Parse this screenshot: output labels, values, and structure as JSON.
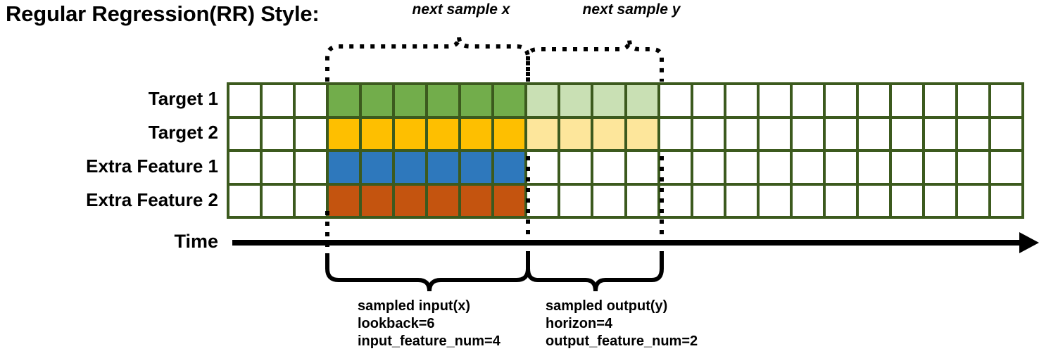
{
  "title": "Regular Regression(RR) Style:",
  "rows": [
    {
      "label": "Target 1",
      "name": "target-1"
    },
    {
      "label": "Target 2",
      "name": "target-2"
    },
    {
      "label": "Extra Feature 1",
      "name": "extra-feature-1"
    },
    {
      "label": "Extra Feature 2",
      "name": "extra-feature-2"
    }
  ],
  "time_axis": {
    "label": "Time"
  },
  "top_braces": [
    {
      "label": "next sample x"
    },
    {
      "label": "next sample y"
    }
  ],
  "bottom_braces": [
    {
      "line1": "sampled input(x)",
      "line2": "lookback=6",
      "line3": "input_feature_num=4"
    },
    {
      "line1": "sampled output(y)",
      "line2": "horizon=4",
      "line3": "output_feature_num=2"
    }
  ],
  "grid": {
    "columns": 24,
    "lead_empty": 3,
    "input_span": 6,
    "output_span": 4,
    "trailing_empty": 11,
    "cells": [
      [
        "empty",
        "empty",
        "empty",
        "green",
        "green",
        "green",
        "green",
        "green",
        "green",
        "greenlight",
        "greenlight",
        "greenlight",
        "greenlight",
        "empty",
        "empty",
        "empty",
        "empty",
        "empty",
        "empty",
        "empty",
        "empty",
        "empty",
        "empty",
        "empty"
      ],
      [
        "empty",
        "empty",
        "empty",
        "yellow",
        "yellow",
        "yellow",
        "yellow",
        "yellow",
        "yellow",
        "yellowlight",
        "yellowlight",
        "yellowlight",
        "yellowlight",
        "empty",
        "empty",
        "empty",
        "empty",
        "empty",
        "empty",
        "empty",
        "empty",
        "empty",
        "empty",
        "empty"
      ],
      [
        "empty",
        "empty",
        "empty",
        "blue",
        "blue",
        "blue",
        "blue",
        "blue",
        "blue",
        "empty",
        "empty",
        "empty",
        "empty",
        "empty",
        "empty",
        "empty",
        "empty",
        "empty",
        "empty",
        "empty",
        "empty",
        "empty",
        "empty",
        "empty"
      ],
      [
        "empty",
        "empty",
        "empty",
        "orange",
        "orange",
        "orange",
        "orange",
        "orange",
        "orange",
        "empty",
        "empty",
        "empty",
        "empty",
        "empty",
        "empty",
        "empty",
        "empty",
        "empty",
        "empty",
        "empty",
        "empty",
        "empty",
        "empty",
        "empty"
      ]
    ]
  },
  "colors": {
    "border": "#3c5a1e",
    "green": "#72ad4b",
    "green_light": "#c9e0b4",
    "yellow": "#febf00",
    "yellow_light": "#fde69b",
    "blue": "#2e78bc",
    "orange": "#c4540f",
    "line": "#000000",
    "background": "#ffffff"
  }
}
